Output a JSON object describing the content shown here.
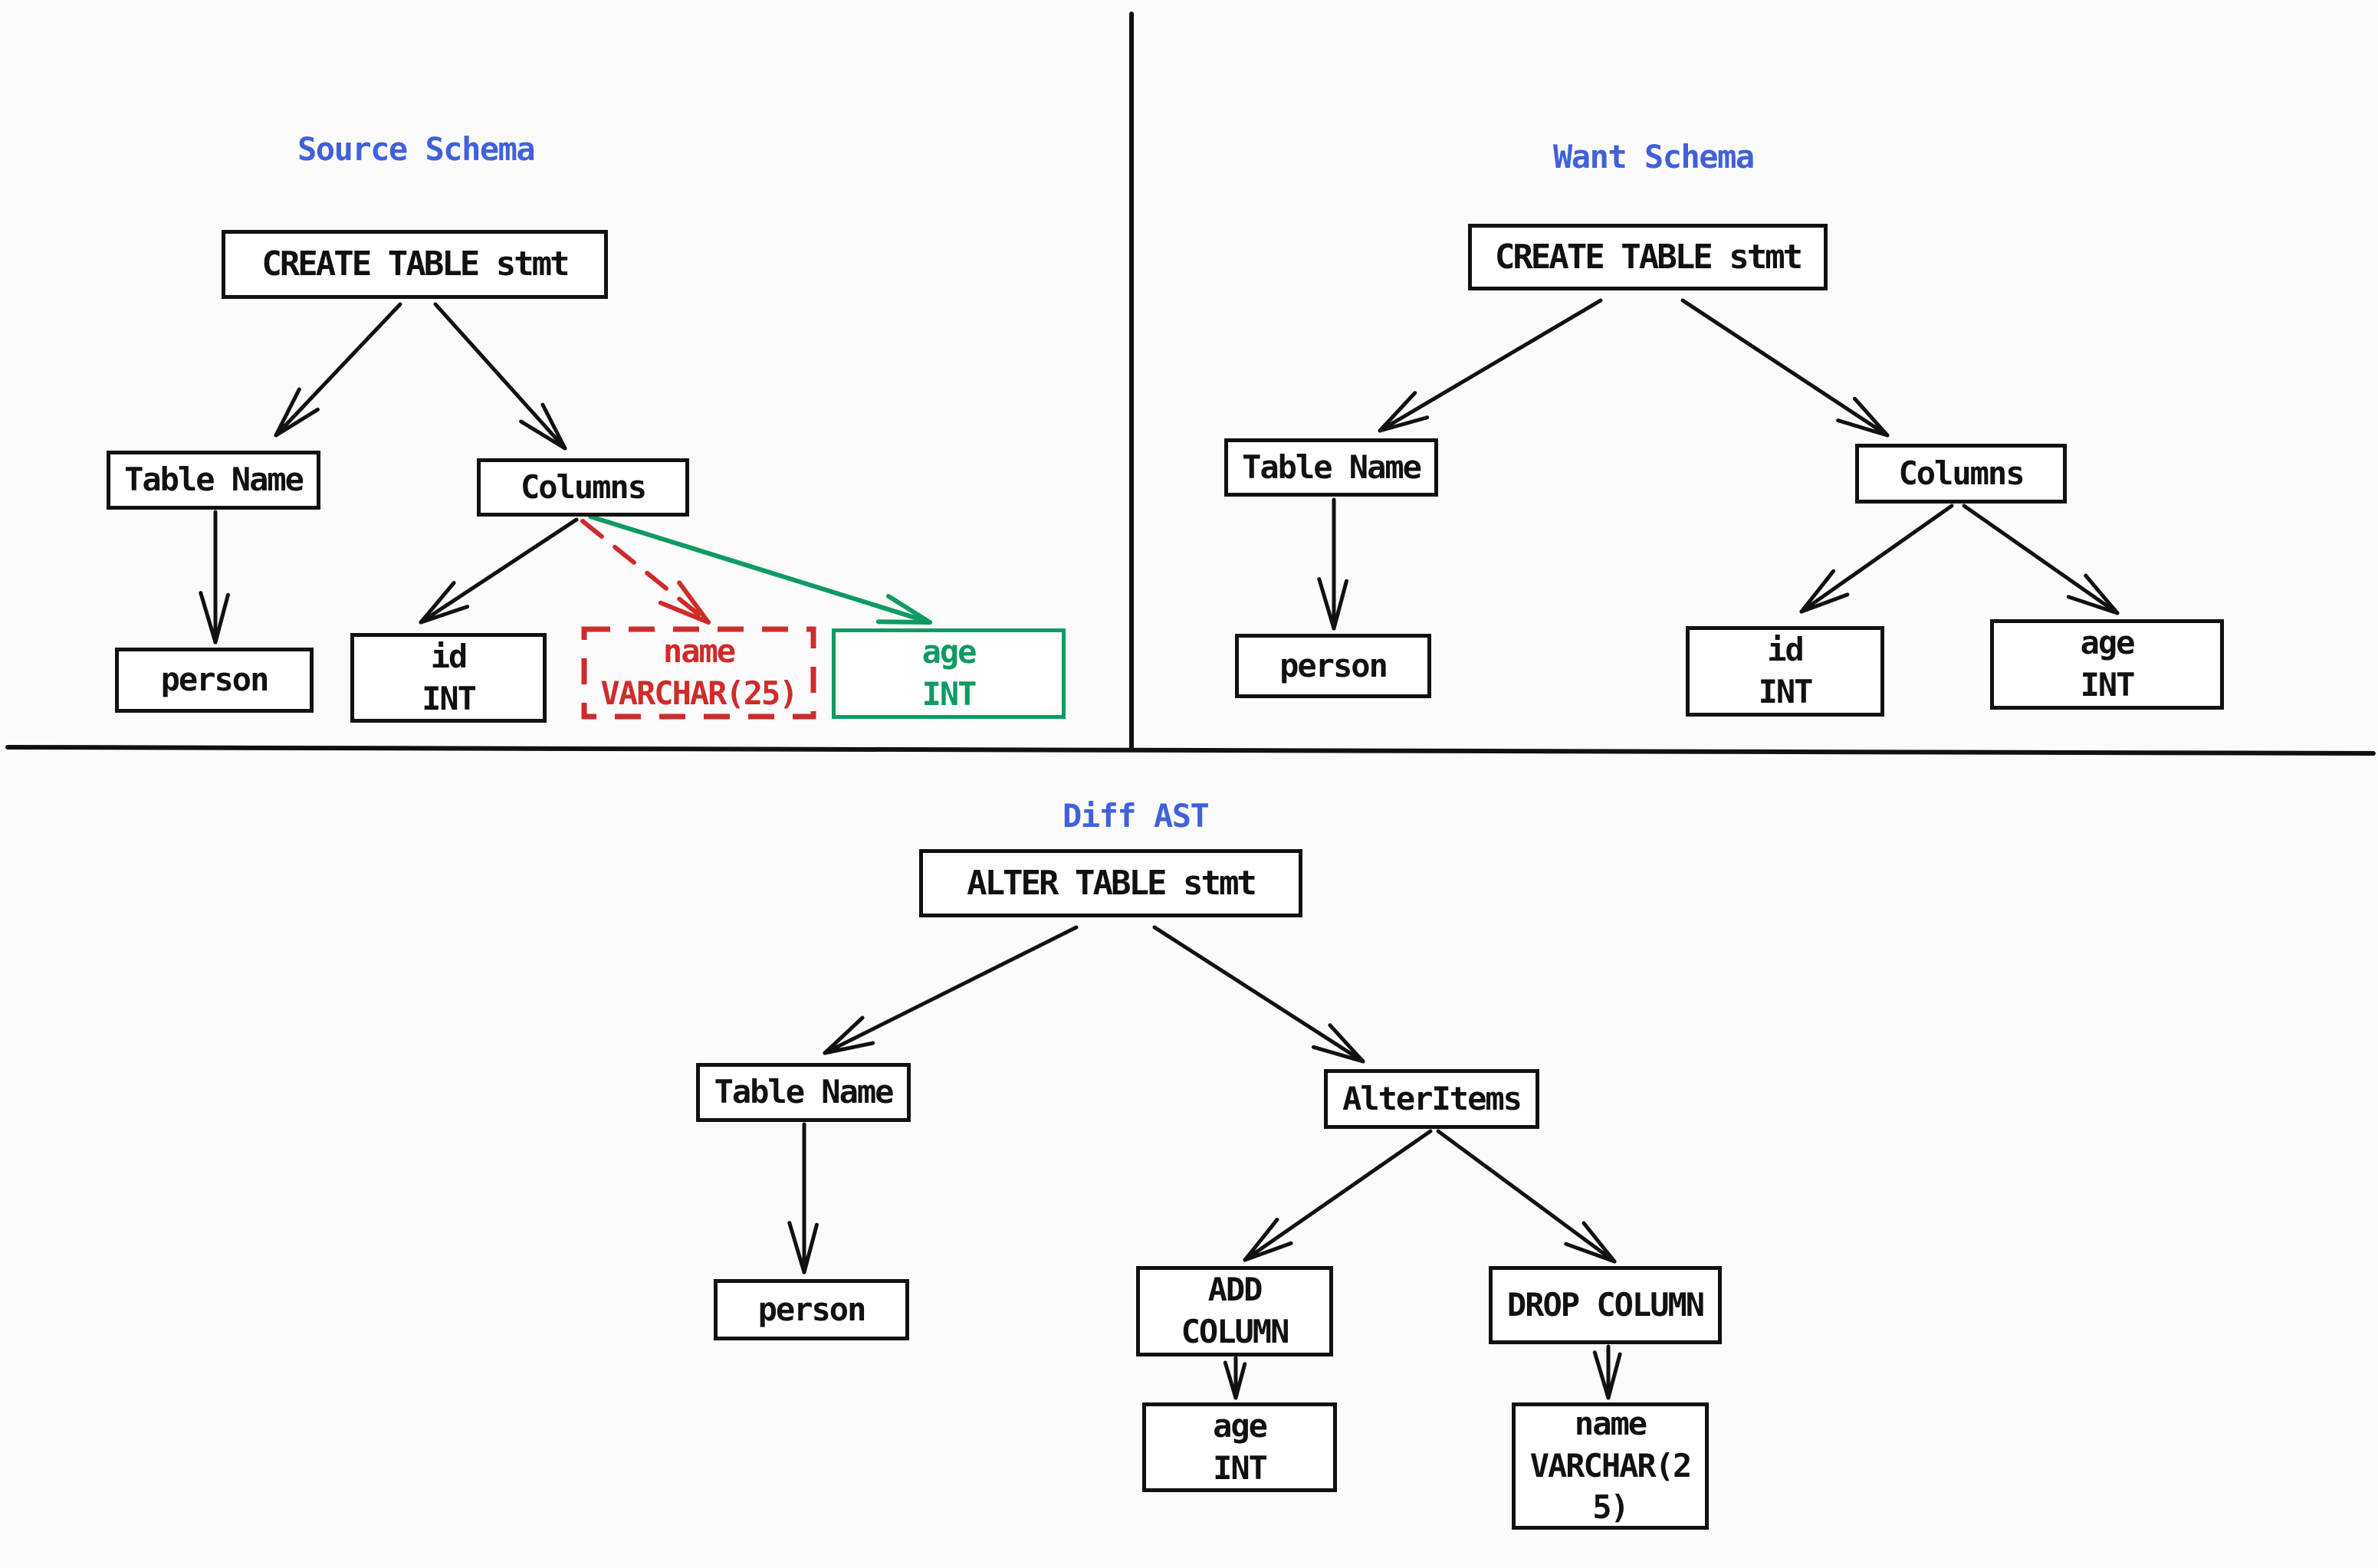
{
  "titles": {
    "source": "Source Schema",
    "want": "Want Schema",
    "diff": "Diff AST"
  },
  "colors": {
    "title": "#4161d9",
    "line": "#111111",
    "red": "#cf2b2b",
    "green": "#0e9b63",
    "background": "#fbfbfb"
  },
  "nodes": {
    "s_create": {
      "label": "CREATE TABLE stmt",
      "style": "black"
    },
    "s_tablename": {
      "label": "Table Name",
      "style": "black"
    },
    "s_columns": {
      "label": "Columns",
      "style": "black"
    },
    "s_person": {
      "label": "person",
      "style": "black"
    },
    "s_id": {
      "label": "id\nINT",
      "style": "black"
    },
    "s_name": {
      "label": "name\nVARCHAR(25)",
      "style": "red-dashed"
    },
    "s_age": {
      "label": "age\nINT",
      "style": "green"
    },
    "w_create": {
      "label": "CREATE TABLE stmt",
      "style": "black"
    },
    "w_tablename": {
      "label": "Table Name",
      "style": "black"
    },
    "w_columns": {
      "label": "Columns",
      "style": "black"
    },
    "w_person": {
      "label": "person",
      "style": "black"
    },
    "w_id": {
      "label": "id\nINT",
      "style": "black"
    },
    "w_age": {
      "label": "age\nINT",
      "style": "black"
    },
    "d_alter": {
      "label": "ALTER TABLE stmt",
      "style": "black"
    },
    "d_tablename": {
      "label": "Table Name",
      "style": "black"
    },
    "d_alteritems": {
      "label": "AlterItems",
      "style": "black"
    },
    "d_person": {
      "label": "person",
      "style": "black"
    },
    "d_addcol": {
      "label": "ADD\nCOLUMN",
      "style": "black"
    },
    "d_dropcol": {
      "label": "DROP COLUMN",
      "style": "black"
    },
    "d_age": {
      "label": "age\nINT",
      "style": "black"
    },
    "d_name": {
      "label": "name\nVARCHAR(2\n5)",
      "style": "black"
    }
  },
  "edges": [
    {
      "from": "s_create",
      "to": "s_tablename",
      "color": "black",
      "style": "solid"
    },
    {
      "from": "s_create",
      "to": "s_columns",
      "color": "black",
      "style": "solid"
    },
    {
      "from": "s_tablename",
      "to": "s_person",
      "color": "black",
      "style": "solid"
    },
    {
      "from": "s_columns",
      "to": "s_id",
      "color": "black",
      "style": "solid"
    },
    {
      "from": "s_columns",
      "to": "s_name",
      "color": "red",
      "style": "dashed"
    },
    {
      "from": "s_columns",
      "to": "s_age",
      "color": "green",
      "style": "solid"
    },
    {
      "from": "w_create",
      "to": "w_tablename",
      "color": "black",
      "style": "solid"
    },
    {
      "from": "w_create",
      "to": "w_columns",
      "color": "black",
      "style": "solid"
    },
    {
      "from": "w_tablename",
      "to": "w_person",
      "color": "black",
      "style": "solid"
    },
    {
      "from": "w_columns",
      "to": "w_id",
      "color": "black",
      "style": "solid"
    },
    {
      "from": "w_columns",
      "to": "w_age",
      "color": "black",
      "style": "solid"
    },
    {
      "from": "d_alter",
      "to": "d_tablename",
      "color": "black",
      "style": "solid"
    },
    {
      "from": "d_alter",
      "to": "d_alteritems",
      "color": "black",
      "style": "solid"
    },
    {
      "from": "d_tablename",
      "to": "d_person",
      "color": "black",
      "style": "solid"
    },
    {
      "from": "d_alteritems",
      "to": "d_addcol",
      "color": "black",
      "style": "solid"
    },
    {
      "from": "d_alteritems",
      "to": "d_dropcol",
      "color": "black",
      "style": "solid"
    },
    {
      "from": "d_addcol",
      "to": "d_age",
      "color": "black",
      "style": "solid"
    },
    {
      "from": "d_dropcol",
      "to": "d_name",
      "color": "black",
      "style": "solid"
    }
  ],
  "dividers": {
    "vertical": "section divider between Source Schema and Want Schema",
    "horizontal": "section divider above Diff AST"
  }
}
